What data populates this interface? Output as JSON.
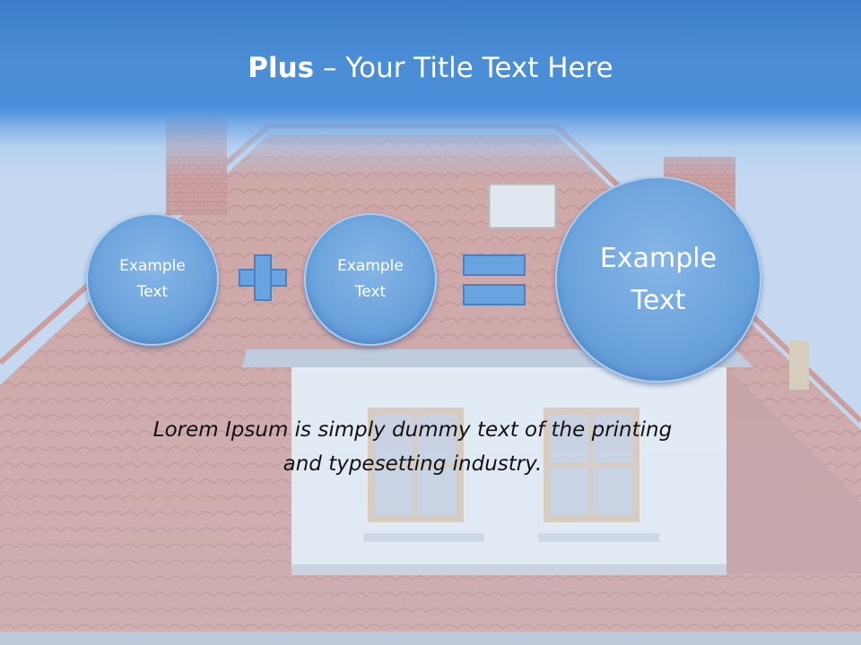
{
  "slide": {
    "title_bold": "Plus",
    "title_rest": " – Your Title Text Here",
    "accent_color": "#4a8fda"
  },
  "equation": {
    "left_circle": {
      "line1": "Example",
      "line2": "Text"
    },
    "middle_circle": {
      "line1": "Example",
      "line2": "Text"
    },
    "result_circle": {
      "line1": "Example",
      "line2": "Text"
    }
  },
  "body": {
    "line1": "Lorem Ipsum is simply dummy text of the printing",
    "line2": "and typesetting industry."
  },
  "icons": [
    "plus-icon",
    "equals-icon"
  ]
}
